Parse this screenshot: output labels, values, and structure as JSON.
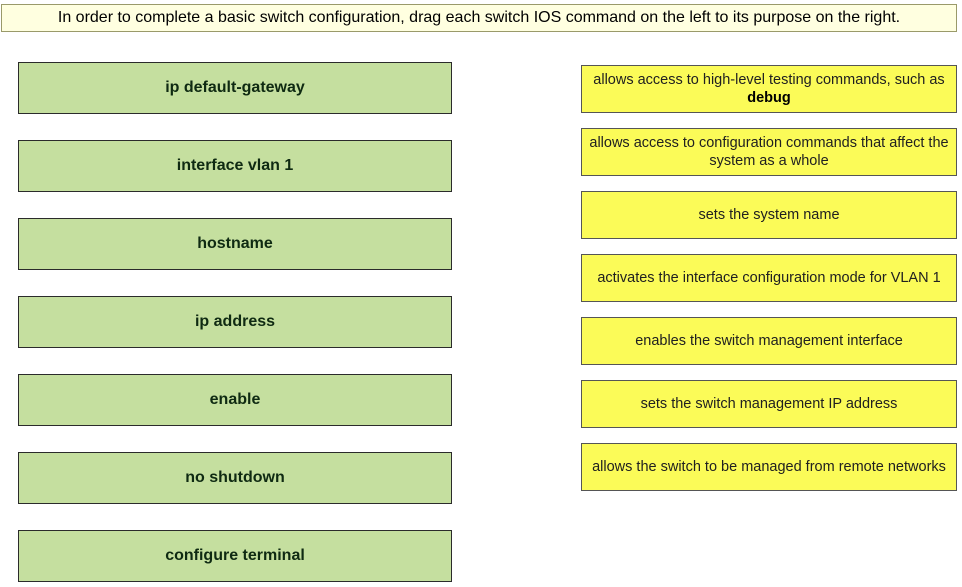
{
  "instruction": "In order to complete a basic switch configuration, drag each switch IOS command on the left to its purpose on the right.",
  "commands": [
    "ip default-gateway",
    "interface vlan 1",
    "hostname",
    "ip address",
    "enable",
    "no shutdown",
    "configure terminal"
  ],
  "purposes": [
    {
      "text": "allows access to high-level testing commands, such as ",
      "bold": "debug"
    },
    {
      "text": "allows access to configuration commands that affect the system as a whole"
    },
    {
      "text": "sets the system name"
    },
    {
      "text": "activates the interface configuration mode for VLAN 1"
    },
    {
      "text": "enables the switch management interface"
    },
    {
      "text": "sets the switch management IP address"
    },
    {
      "text": "allows the switch to be managed from remote networks"
    }
  ],
  "colors": {
    "command_box": "#c5df9f",
    "purpose_box": "#fbfb58",
    "instruction_bg": "#ffffe0"
  }
}
